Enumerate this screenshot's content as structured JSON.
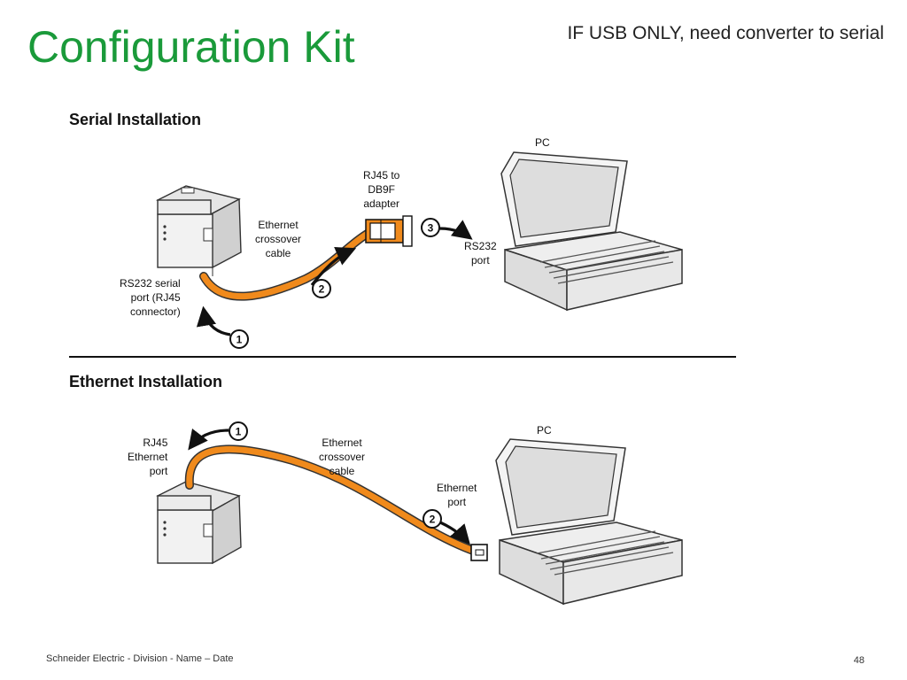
{
  "title": "Configuration Kit",
  "note": "IF USB ONLY, need converter to serial",
  "serial": {
    "heading": "Serial Installation",
    "pc_label": "PC",
    "adapter_label": "RJ45 to\nDB9F\nadapter",
    "cable_label": "Ethernet\ncrossover\ncable",
    "rs232_port_label": "RS232\nport",
    "device_port_label": "RS232 serial\nport (RJ45\nconnector)",
    "steps": [
      "1",
      "2",
      "3"
    ]
  },
  "ethernet": {
    "heading": "Ethernet Installation",
    "pc_label": "PC",
    "rj45_port_label": "RJ45\nEthernet\nport",
    "cable_label": "Ethernet\ncrossover\ncable",
    "eth_port_label": "Ethernet\nport",
    "steps": [
      "1",
      "2"
    ]
  },
  "colors": {
    "title": "#1a9a3a",
    "cable": "#f08a1c"
  },
  "footer": "Schneider Electric - Division - Name – Date",
  "page_number": "48"
}
